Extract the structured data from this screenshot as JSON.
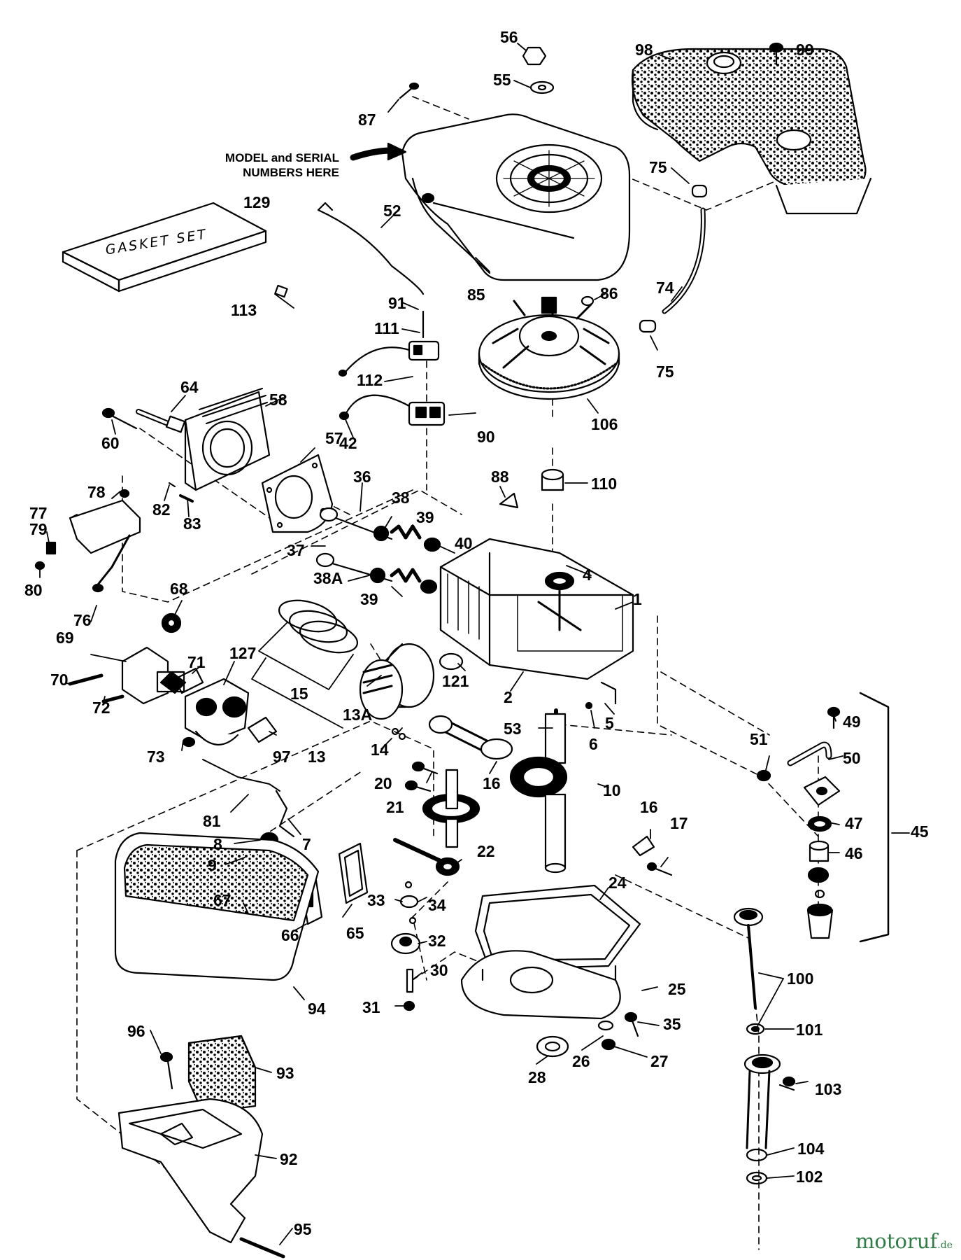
{
  "diagram": {
    "note_line1": "MODEL and SERIAL",
    "note_line2": "NUMBERS HERE",
    "gasket_set_text": "GASKET SET",
    "watermark_main": "motoruf",
    "watermark_suffix": ".de",
    "labels": [
      {
        "id": "56",
        "text": "56"
      },
      {
        "id": "55",
        "text": "55"
      },
      {
        "id": "87",
        "text": "87"
      },
      {
        "id": "98",
        "text": "98"
      },
      {
        "id": "99",
        "text": "99"
      },
      {
        "id": "129",
        "text": "129"
      },
      {
        "id": "52",
        "text": "52"
      },
      {
        "id": "75a",
        "text": "75"
      },
      {
        "id": "85",
        "text": "85"
      },
      {
        "id": "113",
        "text": "113"
      },
      {
        "id": "91",
        "text": "91"
      },
      {
        "id": "86",
        "text": "86"
      },
      {
        "id": "74",
        "text": "74"
      },
      {
        "id": "75b",
        "text": "75"
      },
      {
        "id": "111",
        "text": "111"
      },
      {
        "id": "64",
        "text": "64"
      },
      {
        "id": "58",
        "text": "58"
      },
      {
        "id": "112",
        "text": "112"
      },
      {
        "id": "106",
        "text": "106"
      },
      {
        "id": "60",
        "text": "60"
      },
      {
        "id": "42",
        "text": "42"
      },
      {
        "id": "90",
        "text": "90"
      },
      {
        "id": "57",
        "text": "57"
      },
      {
        "id": "36",
        "text": "36"
      },
      {
        "id": "88",
        "text": "88"
      },
      {
        "id": "110",
        "text": "110"
      },
      {
        "id": "78",
        "text": "78"
      },
      {
        "id": "82",
        "text": "82"
      },
      {
        "id": "38",
        "text": "38"
      },
      {
        "id": "77",
        "text": "77"
      },
      {
        "id": "39a",
        "text": "39"
      },
      {
        "id": "83",
        "text": "83"
      },
      {
        "id": "79",
        "text": "79"
      },
      {
        "id": "40",
        "text": "40"
      },
      {
        "id": "37",
        "text": "37"
      },
      {
        "id": "4",
        "text": "4"
      },
      {
        "id": "80",
        "text": "80"
      },
      {
        "id": "38A",
        "text": "38A"
      },
      {
        "id": "68",
        "text": "68"
      },
      {
        "id": "1",
        "text": "1"
      },
      {
        "id": "39b",
        "text": "39"
      },
      {
        "id": "76",
        "text": "76"
      },
      {
        "id": "69",
        "text": "69"
      },
      {
        "id": "127",
        "text": "127"
      },
      {
        "id": "71",
        "text": "71"
      },
      {
        "id": "121",
        "text": "121"
      },
      {
        "id": "70",
        "text": "70"
      },
      {
        "id": "15",
        "text": "15"
      },
      {
        "id": "2",
        "text": "2"
      },
      {
        "id": "72",
        "text": "72"
      },
      {
        "id": "13A",
        "text": "13A"
      },
      {
        "id": "5",
        "text": "5"
      },
      {
        "id": "53",
        "text": "53"
      },
      {
        "id": "49",
        "text": "49"
      },
      {
        "id": "6",
        "text": "6"
      },
      {
        "id": "51",
        "text": "51"
      },
      {
        "id": "73",
        "text": "73"
      },
      {
        "id": "97",
        "text": "97"
      },
      {
        "id": "13",
        "text": "13"
      },
      {
        "id": "14",
        "text": "14"
      },
      {
        "id": "50",
        "text": "50"
      },
      {
        "id": "20",
        "text": "20"
      },
      {
        "id": "16a",
        "text": "16"
      },
      {
        "id": "10",
        "text": "10"
      },
      {
        "id": "81",
        "text": "81"
      },
      {
        "id": "21",
        "text": "21"
      },
      {
        "id": "16b",
        "text": "16"
      },
      {
        "id": "17",
        "text": "17"
      },
      {
        "id": "47",
        "text": "47"
      },
      {
        "id": "45",
        "text": "45"
      },
      {
        "id": "8",
        "text": "8"
      },
      {
        "id": "7",
        "text": "7"
      },
      {
        "id": "22",
        "text": "22"
      },
      {
        "id": "46",
        "text": "46"
      },
      {
        "id": "9",
        "text": "9"
      },
      {
        "id": "24",
        "text": "24"
      },
      {
        "id": "67",
        "text": "67"
      },
      {
        "id": "33",
        "text": "33"
      },
      {
        "id": "34",
        "text": "34"
      },
      {
        "id": "66",
        "text": "66"
      },
      {
        "id": "65",
        "text": "65"
      },
      {
        "id": "32",
        "text": "32"
      },
      {
        "id": "30",
        "text": "30"
      },
      {
        "id": "25",
        "text": "25"
      },
      {
        "id": "100",
        "text": "100"
      },
      {
        "id": "94",
        "text": "94"
      },
      {
        "id": "31",
        "text": "31"
      },
      {
        "id": "35",
        "text": "35"
      },
      {
        "id": "96",
        "text": "96"
      },
      {
        "id": "101",
        "text": "101"
      },
      {
        "id": "93",
        "text": "93"
      },
      {
        "id": "26",
        "text": "26"
      },
      {
        "id": "27",
        "text": "27"
      },
      {
        "id": "28",
        "text": "28"
      },
      {
        "id": "103",
        "text": "103"
      },
      {
        "id": "92",
        "text": "92"
      },
      {
        "id": "104",
        "text": "104"
      },
      {
        "id": "102",
        "text": "102"
      },
      {
        "id": "95",
        "text": "95"
      }
    ]
  }
}
